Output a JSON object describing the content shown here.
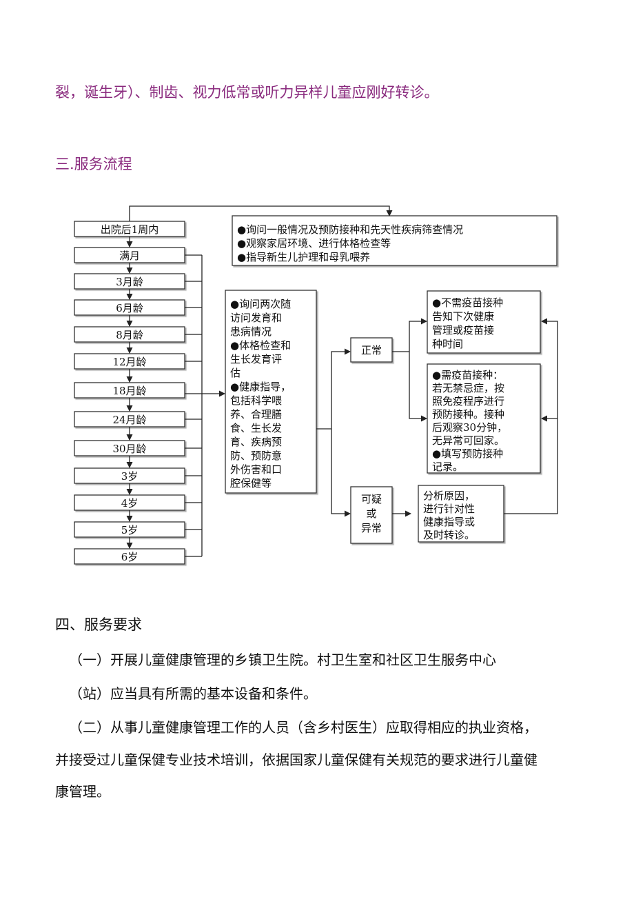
{
  "top_line": "裂，诞生牙）、制齿、视力低常或听力异样儿童应刚好转诊。",
  "section3_title": "三.服务流程",
  "flow": {
    "ages": [
      "出院后1周内",
      "满月",
      "3月龄",
      "6月龄",
      "8月龄",
      "12月龄",
      "18月龄",
      "24月龄",
      "30月龄",
      "3岁",
      "4岁",
      "5岁",
      "6岁"
    ],
    "first_visit_box": [
      "●询问一般情况及预防接种和先天性疾病筛查情况",
      "●观察家居环境、进行体格检查等",
      "●指导新生儿护理和母乳喂养"
    ],
    "followup_box": [
      "●询问两次随",
      "访问发育和",
      "患病情况",
      "●体格检查和",
      "生长发育评",
      "估",
      "●健康指导，",
      "包括科学喂",
      "养、合理膳",
      "食、生长发",
      "育、疾病预",
      "防、预防意",
      "外伤害和口",
      "腔保健等"
    ],
    "normal_label": "正常",
    "abnormal_label": [
      "可疑",
      "或",
      "异常"
    ],
    "no_vaccine_box": [
      "●不需疫苗接种",
      "告知下次健康",
      "管理或疫苗接",
      "种时间"
    ],
    "vaccine_box": [
      "●需疫苗接种：",
      "若无禁忌症，按",
      "照免疫程序进行",
      "预防接种。接种",
      "后观察30分钟，",
      "无异常可回家。",
      "●填写预防接种",
      "记录。"
    ],
    "analysis_box": [
      "分析原因，",
      "进行针对性",
      "健康指导或",
      "及时转诊。"
    ]
  },
  "section4_title": "四、服务要求",
  "para1_line1": "（一）开展儿童健康管理的乡镇卫生院。村卫生室和社区卫生服务中心",
  "para1_line2": "（站）应当具有所需的基本设备和条件。",
  "para2_line1": "（二）从事儿童健康管理工作的人员（含乡村医生）应取得相应的执业资格，",
  "para2_line2": "并接受过儿童保健专业技术培训，依据国家儿童保健有关规范的要求进行儿童健",
  "para2_line3": "康管理。"
}
